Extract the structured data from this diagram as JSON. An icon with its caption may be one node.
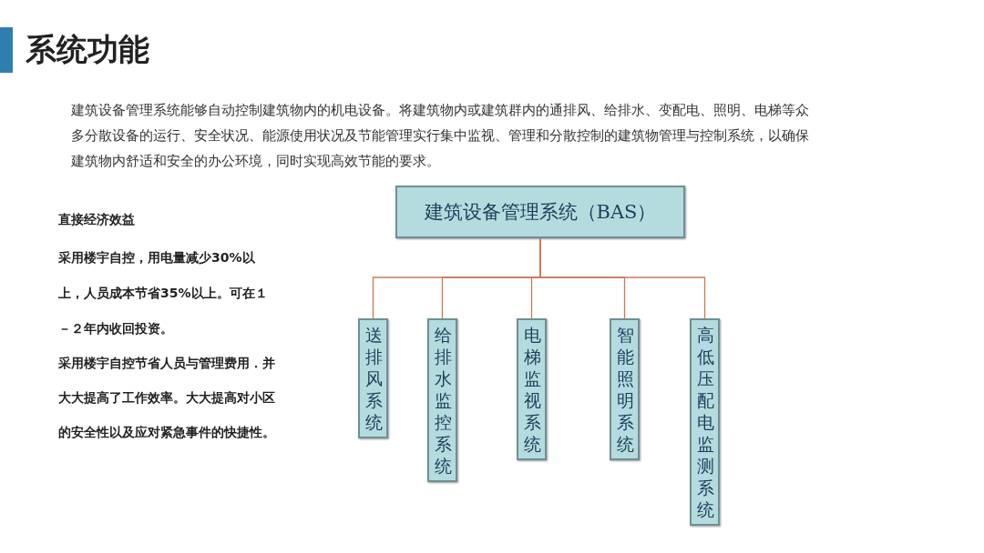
{
  "diagram": {
    "title": "系统功能",
    "nodes": [
      {
        "text": [
          "建筑设备管理系统（BAS）"
        ]
      },
      {
        "text": [
          "送排风系统"
        ]
      },
      {
        "text": [
          "给排水监控系统"
        ]
      },
      {
        "text": [
          "电梯监视系统"
        ]
      },
      {
        "text": [
          "智能照明系统"
        ]
      },
      {
        "text": [
          "高低压配电监测系统"
        ]
      }
    ],
    "edges": [
      {
        "from": 0,
        "to": 1,
        "arrow": "none"
      },
      {
        "from": 0,
        "to": 2,
        "arrow": "none"
      },
      {
        "from": 0,
        "to": 3,
        "arrow": "none"
      },
      {
        "from": 0,
        "to": 4,
        "arrow": "none"
      },
      {
        "from": 0,
        "to": 5,
        "arrow": "none"
      }
    ],
    "labels": [
      "建筑设备管理系统能够自动控制建筑物内的机电设备。将建筑物内或建筑群内的通排风、给排水、变配电、照明、电梯等众多分散设备的运行、安全状况、能源使用状况及节能管理实行集中监视、管理和分散控制的建筑物管理与控制系统，以确保建筑物内舒适和安全的办公环境，同时实现高效节能的要求。",
      "直接经济效益",
      "采用楼宇自控，用电量减少30%以上，人员成本节省35%以上。可在１－２年内收回投资。",
      "采用楼宇自控节省人员与管理费用．并大大提高了工作效率。大大提高对小区的安全性以及应对紧急事件的快捷性。"
    ]
  }
}
